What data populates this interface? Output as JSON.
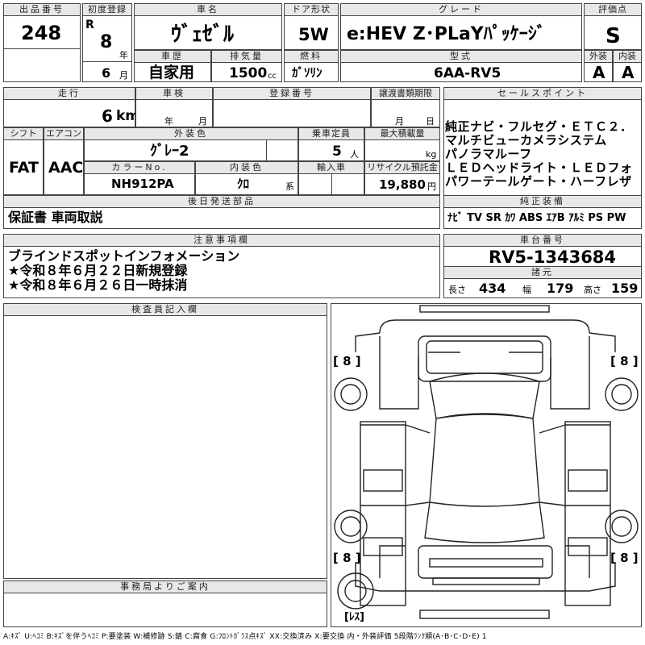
{
  "headers": {
    "lot_no": "出品番号",
    "first_reg": "初度登録",
    "car_name": "車名",
    "door": "ドア形状",
    "grade": "グレード",
    "score": "評価点",
    "history": "車歴",
    "displacement": "排気量",
    "fuel": "燃料",
    "model_code": "型式",
    "exterior": "外装",
    "interior": "内装",
    "mileage": "走行",
    "inspection": "車検",
    "reg_no": "登録番号",
    "transfer_doc": "譲渡書類期限",
    "sales_points": "セールスポイント",
    "shift": "シフト",
    "ac": "エアコン",
    "ext_color": "外装色",
    "capacity": "乗車定員",
    "max_load": "最大積載量",
    "color_no": "カラーNo.",
    "int_color": "内装色",
    "import": "輸入車",
    "recycle": "リサイクル預託金",
    "later_parts": "後日発送部品",
    "genuine": "純正装備",
    "notes": "注意事項欄",
    "chassis": "車台番号",
    "dimensions": "諸元",
    "inspector": "検査員記入欄",
    "office": "事務局よりご案内"
  },
  "vehicle": {
    "lot_no": "248",
    "era": "R",
    "year": "8",
    "year_unit": "年",
    "month": "6",
    "month_unit": "月",
    "car_name": "ｳﾞｪｾﾞﾙ",
    "door": "5W",
    "grade": "e:HEV Z･PLaYﾊﾟｯｹｰｼﾞ",
    "score": "S",
    "history": "自家用",
    "displacement": "1500",
    "displacement_unit": "cc",
    "fuel": "ｶﾞｿﾘﾝ",
    "model_code": "6AA-RV5",
    "exterior": "A",
    "interior": "A",
    "mileage": "6",
    "mileage_unit": "km",
    "insp_year_unit": "年",
    "insp_month_unit": "月",
    "transfer_month_unit": "月",
    "transfer_day_unit": "日",
    "shift": "FAT",
    "ac": "AAC",
    "ext_color": "ｸﾞﾚｰ2",
    "capacity": "5",
    "capacity_unit": "人",
    "load_unit": "kg",
    "color_no": "NH912PA",
    "int_color": "ｸﾛ",
    "int_color_unit": "系",
    "recycle": "19,880",
    "recycle_unit": "円",
    "later_parts": "保証書 車両取説",
    "chassis": "RV5-1343684",
    "length_label": "長さ",
    "length": "434",
    "width_label": "幅",
    "width": "179",
    "height_label": "高さ",
    "height": "159"
  },
  "sales_points": [
    "純正ナビ・フルセグ・ＥＴＣ２．",
    "マルチビューカメラシステム",
    "パノラマルーフ",
    "ＬＥＤヘッドライト・ＬＥＤフォ",
    "パワーテールゲート・ハーフレザ"
  ],
  "genuine_equipment": "ﾅﾋﾞ TV SR ｶﾜ ABS ｴｱB ｱﾙﾐ PS PW",
  "notes": [
    "ブラインドスポットインフォメーション",
    "★令和８年６月２２日新規登録",
    "★令和８年６月２６日一時抹消"
  ],
  "diagram": {
    "fl": "[ 8 ]",
    "fr": "[ 8 ]",
    "rl": "[ 8 ]",
    "rr": "[ 8 ]",
    "spare": "[ﾚｽ]"
  },
  "legend": "A:ｷｽﾞ U:ﾍｺﾐ B:ｷｽﾞを伴うﾍｺﾐ P:要塗装 W:補修跡 S:錆 C:腐食 G:ﾌﾛﾝﾄｶﾞﾗｽ点ｷｽﾞ XX:交換済み X:要交換 内・外装評価 5段階ﾗﾝｸ順(A･B･C･D･E) 1"
}
